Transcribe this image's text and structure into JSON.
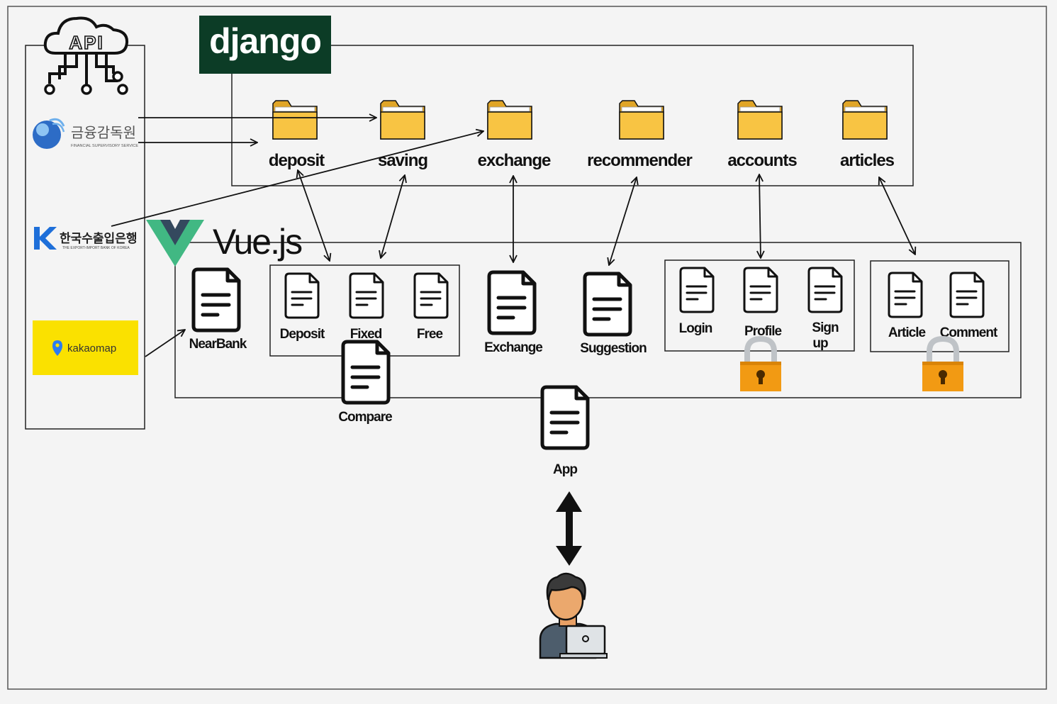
{
  "api": {
    "cloud_label": "API"
  },
  "providers": {
    "fss": {
      "name_ko": "금융감독원",
      "name_en": "FINANCIAL SUPERVISORY SERVICE"
    },
    "kexim": {
      "name_ko": "한국수출입은행",
      "name_en": "THE EXPORT-IMPORT BANK OF KOREA"
    },
    "kakao": {
      "name": "kakaomap"
    }
  },
  "django": {
    "logo": "django",
    "apps": [
      "deposit",
      "saving",
      "exchange",
      "recommender",
      "accounts",
      "articles"
    ]
  },
  "vue": {
    "logo": "Vue.js",
    "nearbank": "NearBank",
    "products": [
      "Deposit",
      "Fixed",
      "Free"
    ],
    "compare": "Compare",
    "exchange": "Exchange",
    "suggestion": "Suggestion",
    "accounts": [
      "Login",
      "Profile",
      "Sign",
      "up"
    ],
    "community": [
      "Article",
      "Comment"
    ],
    "app": "App"
  },
  "colors": {
    "folder": "#f8c443",
    "folder_dark": "#e0a527",
    "lock": "#f29a13",
    "vue_green": "#41b883",
    "vue_dark": "#34495e",
    "django_bg": "#0c3c26",
    "kakao_bg": "#fae100"
  }
}
